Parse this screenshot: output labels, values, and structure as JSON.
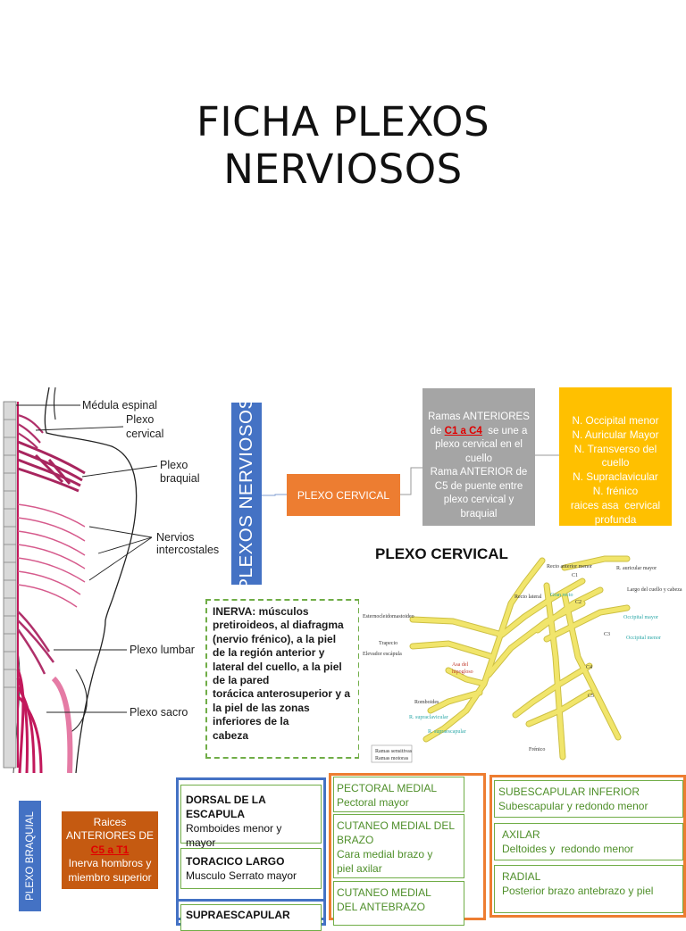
{
  "title": {
    "line1": "FICHA PLEXOS",
    "line2": "NERVIOSOS"
  },
  "anatomy": {
    "labels": {
      "medula": "Médula espinal",
      "plexo_cervical_1": "Plexo",
      "plexo_cervical_2": "cervical",
      "plexo_braquial_1": "Plexo",
      "plexo_braquial_2": "braquial",
      "nervios_1": "Nervios",
      "nervios_2": "intercostales",
      "plexo_lumbar": "Plexo lumbar",
      "plexo_sacro": "Plexo sacro"
    }
  },
  "plexos_vertical": "PLEXOS NERVIOSOS",
  "plexo_cervical_label": "PLEXO CERVICAL",
  "ramas": {
    "line1": "Ramas ANTERIORES",
    "line2_pre": "de ",
    "line2_red": "C1 a C4",
    "line2_post": "  se une a",
    "line3": "plexo cervical en el",
    "line4": "cuello",
    "line5": "Rama ANTERIOR de",
    "line6": "C5 de puente entre",
    "line7": "plexo cervical y",
    "line8": "braquial"
  },
  "nervios": {
    "line1": "N. Occipital menor",
    "line2": "N. Auricular Mayor",
    "line3": "N. Transverso del",
    "line4": "cuello",
    "line5": "N. Supraclavicular",
    "line6": "N. frénico",
    "line7": "raices asa  cervical",
    "line8": "profunda"
  },
  "inerva": {
    "line1": "INERVA: músculos",
    "line2": "pretiroideos, al diafragma",
    "line3": "(nervio frénico), a la piel",
    "line4": "de la región anterior y",
    "line5": "lateral del cuello, a la piel",
    "line6": "de la pared",
    "line7": "torácica anterosuperior y a",
    "line8": "la piel de las zonas",
    "line9": "inferiores de la",
    "line10": "cabeza"
  },
  "cervical_diagram": {
    "title": "PLEXO CERVICAL",
    "c1": "C1",
    "c2": "C2",
    "c3": "C3",
    "c4": "C4",
    "c5": "C5",
    "recto_anterior": "Recto anterior menor",
    "auricular_mayor": "R. auricular mayor",
    "largo_cuello": "Largo del cuello y cabeza",
    "recto_lateral": "Recto lateral",
    "gran_recto": "Gran recto",
    "occipital_mayor": "Occipital mayor",
    "occipital_menor": "Occipital menor",
    "esternocleido": "Esternocleidomastoideo",
    "trapecio": "Trapecio",
    "elevador": "Elevador escápula",
    "asa_1": "Asa del",
    "asa_2": "hipogloso",
    "romboides": "Romboides",
    "supraclavicular": "R. supraclavicular",
    "supraescapular": "R. supraescapular",
    "frenico": "Frénico",
    "legend_1": "Ramas sensitivas",
    "legend_2": "Ramas motoras",
    "colors": {
      "nerve": "#f1e56b",
      "nerve_stroke": "#cbbd3a"
    }
  },
  "braquial_vertical": "PLEXO BRAQUIAL",
  "raices": {
    "line1": "Raices",
    "line2": "ANTERIORES DE",
    "line3_red": "C5 a T1",
    "line4": "Inerva hombros y",
    "line5": "miembro superior"
  },
  "col1": {
    "dorsal_title": "DORSAL DE LA ESCAPULA",
    "dorsal_desc_1": "Romboides menor y",
    "dorsal_desc_2": "mayor",
    "toracico_title": "TORACICO LARGO",
    "toracico_desc": "Musculo Serrato mayor",
    "supra_title": "SUPRAESCAPULAR"
  },
  "col2": {
    "pectoral_title": "PECTORAL MEDIAL",
    "pectoral_desc": "Pectoral mayor",
    "cutaneo_brazo_1": "CUTANEO MEDIAL DEL",
    "cutaneo_brazo_2": "BRAZO",
    "cutaneo_brazo_desc_1": "Cara medial brazo y",
    "cutaneo_brazo_desc_2": "piel axilar",
    "cutaneo_ante_1": "CUTANEO MEDIAL",
    "cutaneo_ante_2": "DEL ANTEBRAZO"
  },
  "col3": {
    "subescapular_title": "SUBESCAPULAR INFERIOR",
    "subescapular_desc": "Subescapular y redondo menor",
    "axilar_title": "AXILAR",
    "axilar_desc": "Deltoides y  redondo menor",
    "radial_title": "RADIAL",
    "radial_desc": "Posterior brazo antebrazo y piel"
  },
  "colors": {
    "blue": "#4472c4",
    "orange": "#ed7d31",
    "gray": "#a5a5a5",
    "gold": "#ffc000",
    "green": "#70ad47",
    "rust": "#c55a11",
    "red": "#e00000"
  }
}
